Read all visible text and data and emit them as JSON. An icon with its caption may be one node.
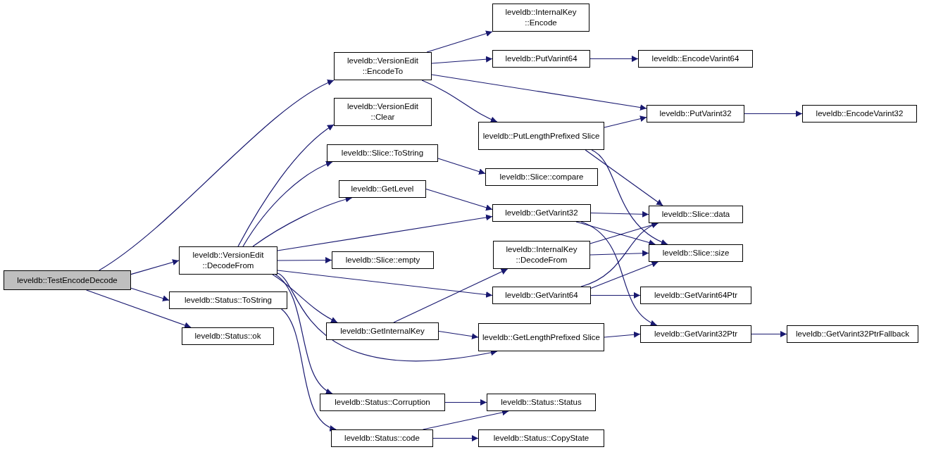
{
  "diagram": {
    "nodes": [
      {
        "text": [
          "leveldb::TestEncodeDecode"
        ]
      },
      {
        "text": [
          "leveldb::VersionEdit ::EncodeTo"
        ]
      },
      {
        "text": [
          "leveldb::VersionEdit ::Clear"
        ]
      },
      {
        "text": [
          "leveldb::Slice::ToString"
        ]
      },
      {
        "text": [
          "leveldb::GetLevel"
        ]
      },
      {
        "text": [
          "leveldb::VersionEdit ::DecodeFrom"
        ]
      },
      {
        "text": [
          "leveldb::Slice::empty"
        ]
      },
      {
        "text": [
          "leveldb::Status::ToString"
        ]
      },
      {
        "text": [
          "leveldb::GetInternalKey"
        ]
      },
      {
        "text": [
          "leveldb::Status::ok"
        ]
      },
      {
        "text": [
          "leveldb::Status::Corruption"
        ]
      },
      {
        "text": [
          "leveldb::Status::code"
        ]
      },
      {
        "text": [
          "leveldb::InternalKey ::Encode"
        ]
      },
      {
        "text": [
          "leveldb::PutVarint64"
        ]
      },
      {
        "text": [
          "leveldb::PutLengthPrefixed Slice"
        ]
      },
      {
        "text": [
          "leveldb::Slice::compare"
        ]
      },
      {
        "text": [
          "leveldb::GetVarint32"
        ]
      },
      {
        "text": [
          "leveldb::InternalKey ::DecodeFrom"
        ]
      },
      {
        "text": [
          "leveldb::GetVarint64"
        ]
      },
      {
        "text": [
          "leveldb::GetLengthPrefixed Slice"
        ]
      },
      {
        "text": [
          "leveldb::Status::Status"
        ]
      },
      {
        "text": [
          "leveldb::Status::CopyState"
        ]
      },
      {
        "text": [
          "leveldb::EncodeVarint64"
        ]
      },
      {
        "text": [
          "leveldb::PutVarint32"
        ]
      },
      {
        "text": [
          "leveldb::Slice::data"
        ]
      },
      {
        "text": [
          "leveldb::Slice::size"
        ]
      },
      {
        "text": [
          "leveldb::GetVarint64Ptr"
        ]
      },
      {
        "text": [
          "leveldb::GetVarint32Ptr"
        ]
      },
      {
        "text": [
          "leveldb::EncodeVarint32"
        ]
      },
      {
        "text": [
          "leveldb::GetVarint32PtrFallback"
        ]
      }
    ],
    "edges": [
      {
        "from": 0,
        "to": 1,
        "arrow": "to"
      },
      {
        "from": 0,
        "to": 5,
        "arrow": "to"
      },
      {
        "from": 0,
        "to": 7,
        "arrow": "to"
      },
      {
        "from": 0,
        "to": 9,
        "arrow": "to"
      },
      {
        "from": 1,
        "to": 12,
        "arrow": "to"
      },
      {
        "from": 1,
        "to": 13,
        "arrow": "to"
      },
      {
        "from": 1,
        "to": 23,
        "arrow": "to"
      },
      {
        "from": 1,
        "to": 14,
        "arrow": "to"
      },
      {
        "from": 13,
        "to": 22,
        "arrow": "to"
      },
      {
        "from": 14,
        "to": 23,
        "arrow": "to"
      },
      {
        "from": 14,
        "to": 24,
        "arrow": "to"
      },
      {
        "from": 14,
        "to": 25,
        "arrow": "to"
      },
      {
        "from": 23,
        "to": 28,
        "arrow": "to"
      },
      {
        "from": 5,
        "to": 2,
        "arrow": "to"
      },
      {
        "from": 5,
        "to": 3,
        "arrow": "to"
      },
      {
        "from": 5,
        "to": 4,
        "arrow": "to"
      },
      {
        "from": 5,
        "to": 16,
        "arrow": "to"
      },
      {
        "from": 5,
        "to": 6,
        "arrow": "to"
      },
      {
        "from": 5,
        "to": 18,
        "arrow": "to"
      },
      {
        "from": 5,
        "to": 8,
        "arrow": "to"
      },
      {
        "from": 5,
        "to": 19,
        "arrow": "to"
      },
      {
        "from": 5,
        "to": 10,
        "arrow": "to"
      },
      {
        "from": 7,
        "to": 11,
        "arrow": "to"
      },
      {
        "from": 3,
        "to": 15,
        "arrow": "to"
      },
      {
        "from": 4,
        "to": 16,
        "arrow": "to"
      },
      {
        "from": 16,
        "to": 24,
        "arrow": "to"
      },
      {
        "from": 16,
        "to": 25,
        "arrow": "to"
      },
      {
        "from": 16,
        "to": 27,
        "arrow": "to"
      },
      {
        "from": 17,
        "to": 24,
        "arrow": "to"
      },
      {
        "from": 17,
        "to": 25,
        "arrow": "to"
      },
      {
        "from": 18,
        "to": 24,
        "arrow": "to"
      },
      {
        "from": 18,
        "to": 25,
        "arrow": "to"
      },
      {
        "from": 18,
        "to": 26,
        "arrow": "to"
      },
      {
        "from": 8,
        "to": 17,
        "arrow": "to"
      },
      {
        "from": 8,
        "to": 19,
        "arrow": "to"
      },
      {
        "from": 19,
        "to": 27,
        "arrow": "to"
      },
      {
        "from": 27,
        "to": 29,
        "arrow": "to"
      },
      {
        "from": 10,
        "to": 20,
        "arrow": "to"
      },
      {
        "from": 11,
        "to": 20,
        "arrow": "to"
      },
      {
        "from": 11,
        "to": 21,
        "arrow": "to"
      }
    ]
  }
}
